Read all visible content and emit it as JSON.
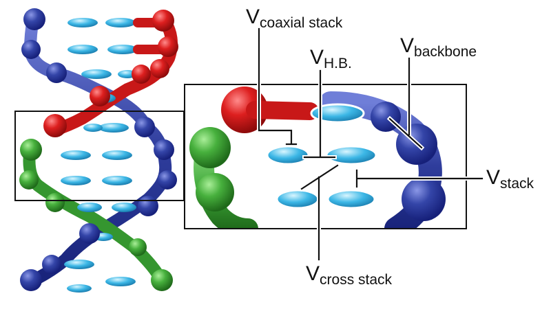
{
  "labels": {
    "coaxial": {
      "main": "V",
      "sub": "coaxial stack"
    },
    "hb": {
      "main": "V",
      "sub": "H.B."
    },
    "backbone": {
      "main": "V",
      "sub": "backbone"
    },
    "stack": {
      "main": "V",
      "sub": "stack"
    },
    "cross": {
      "main": "V",
      "sub": "cross stack"
    }
  },
  "colors": {
    "strand_blue": "#2f3d9c",
    "strand_red": "#d81e1e",
    "strand_green": "#3fa83a",
    "base_cyan": "#3cb7e6",
    "frame": "#111111",
    "leader": "#111111"
  }
}
